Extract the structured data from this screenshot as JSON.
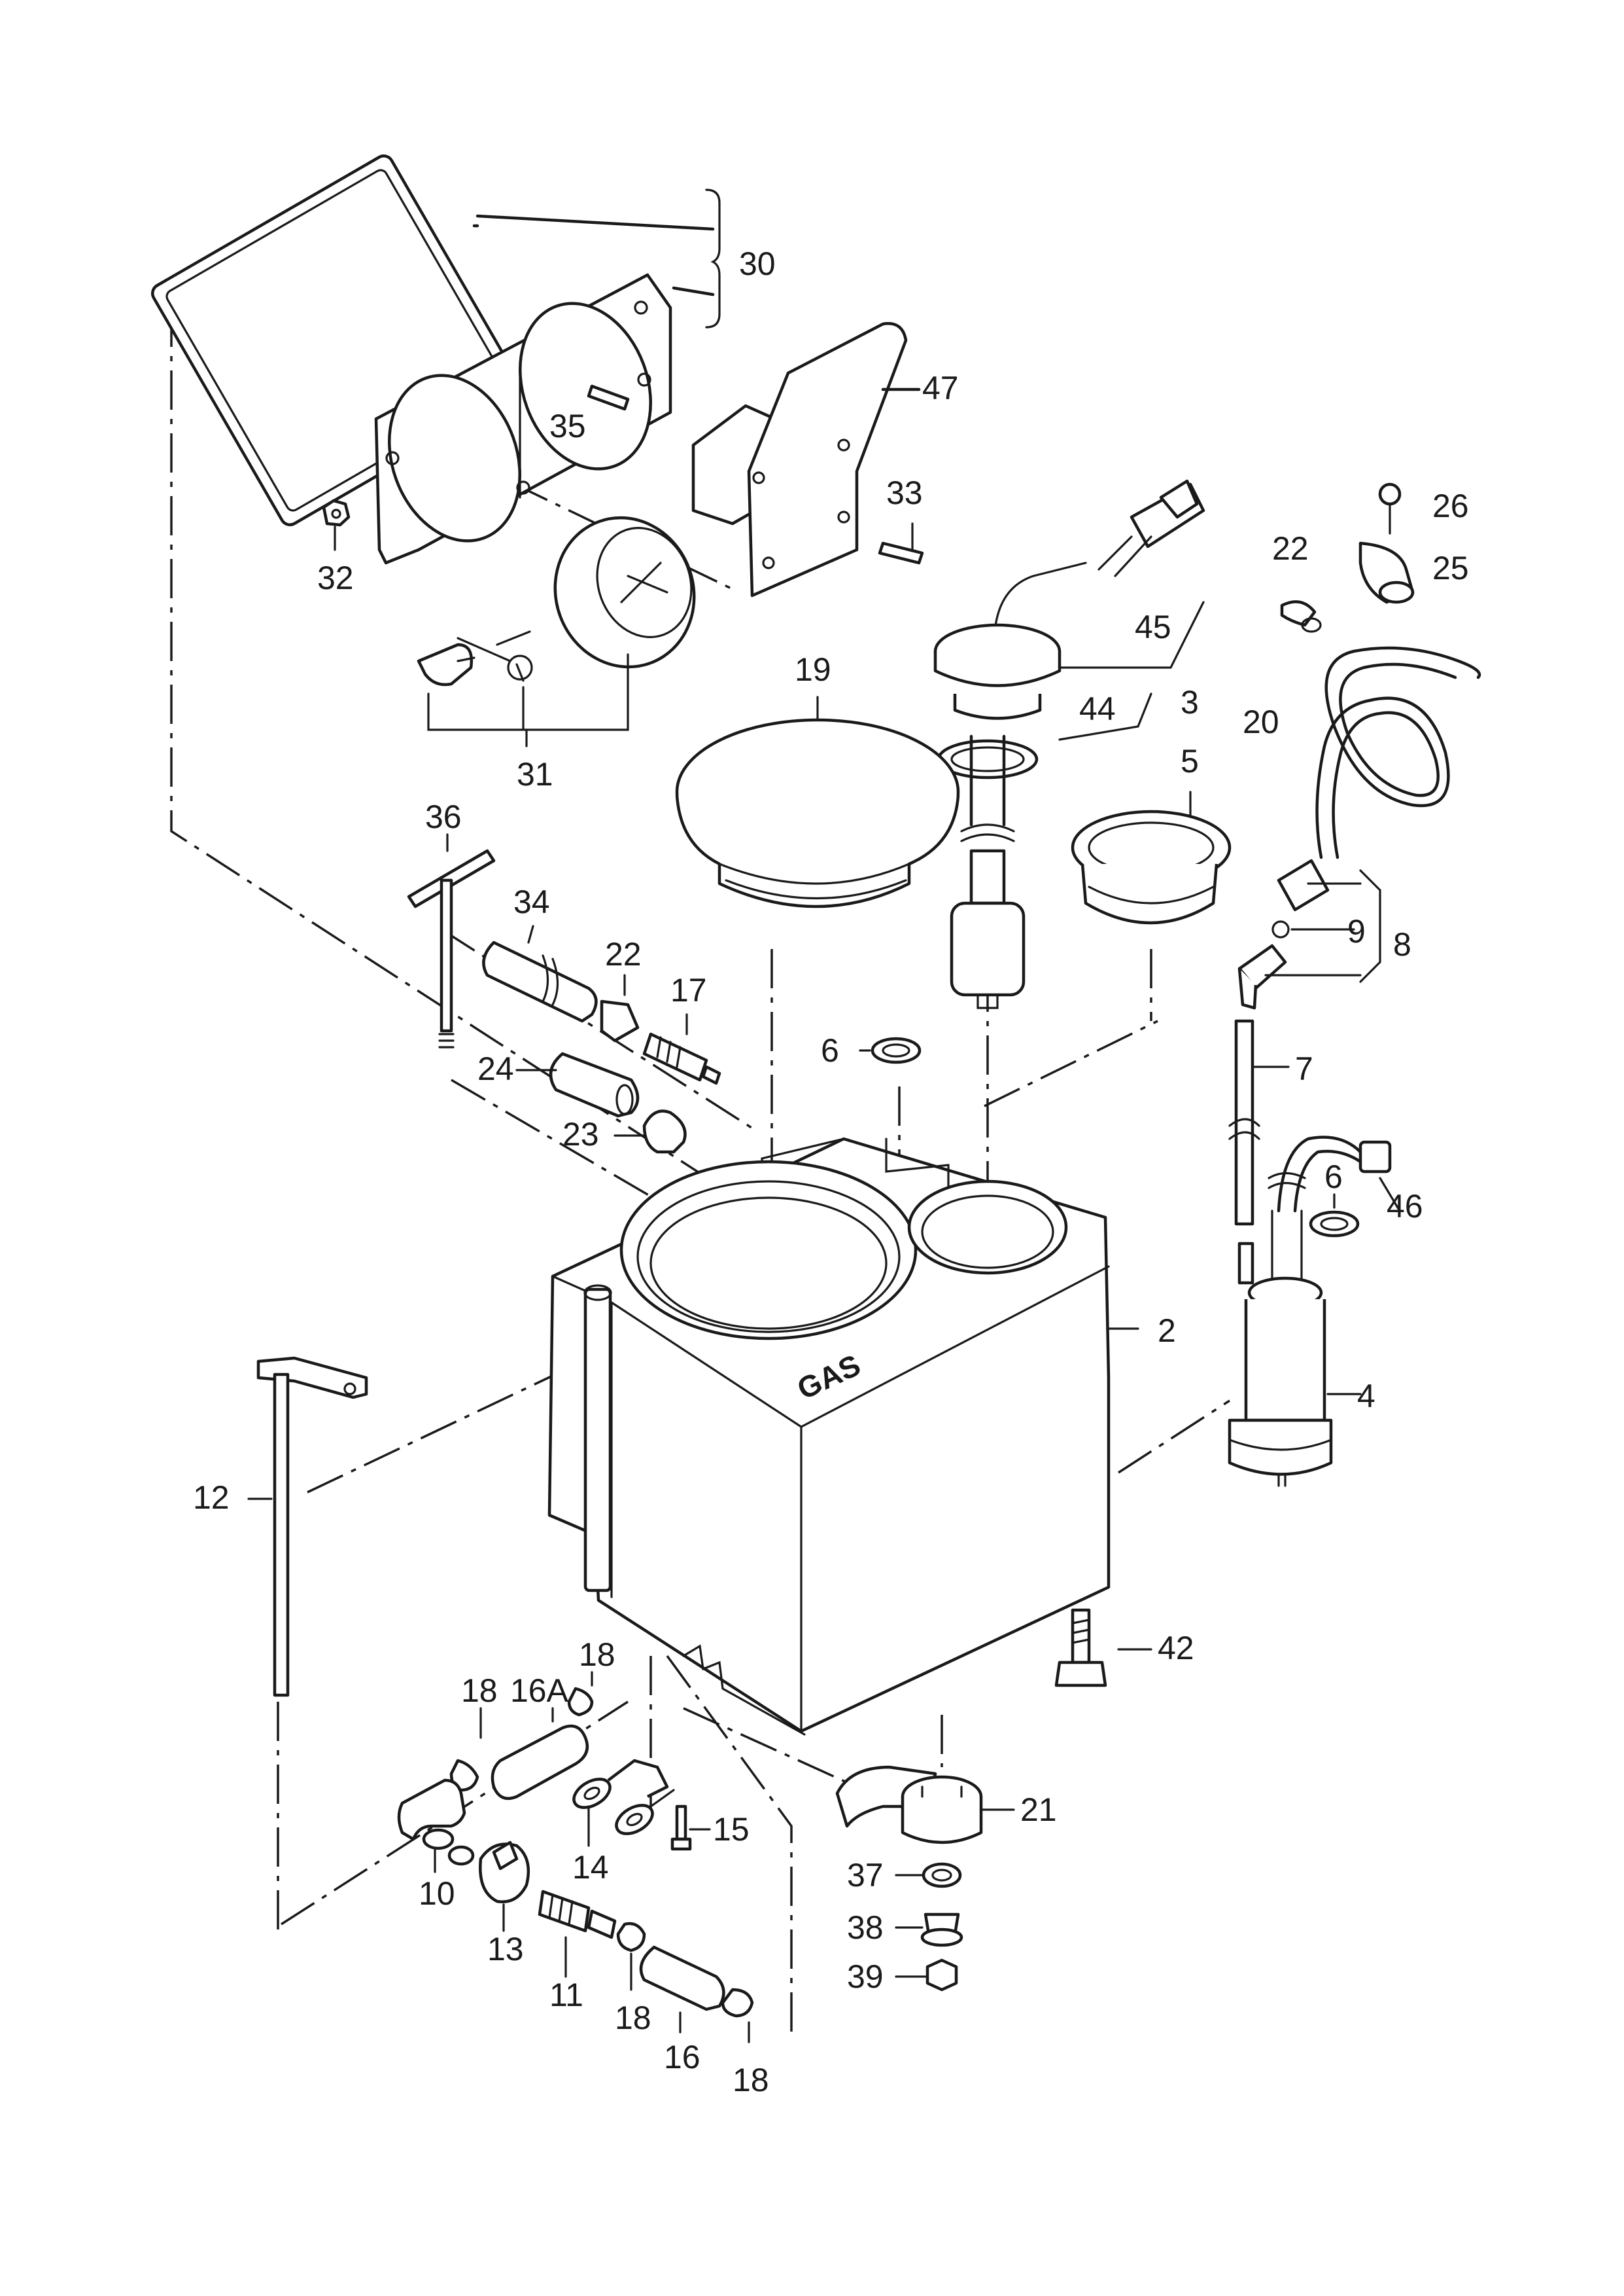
{
  "labels": {
    "l30": "30",
    "l47": "47",
    "l35": "35",
    "l33": "33",
    "l32": "32",
    "l31": "31",
    "l26": "26",
    "l25": "25",
    "l22a": "22",
    "l45": "45",
    "l44": "44",
    "l3": "3",
    "l20": "20",
    "l19": "19",
    "l5": "5",
    "l36": "36",
    "l34": "34",
    "l22b": "22",
    "l17": "17",
    "l9": "9",
    "l8": "8",
    "l6a": "6",
    "l24": "24",
    "l7": "7",
    "l23": "23",
    "l6b": "6",
    "l46": "46",
    "l2": "2",
    "l4": "4",
    "l12": "12",
    "l42": "42",
    "l18a": "18",
    "l16A": "16A",
    "l18b": "18",
    "l21": "21",
    "l15": "15",
    "l14": "14",
    "l37": "37",
    "l10": "10",
    "l38": "38",
    "l13": "13",
    "l39": "39",
    "l11": "11",
    "l18c": "18",
    "l16": "16",
    "l18d": "18"
  },
  "tank_marking": "GAS"
}
